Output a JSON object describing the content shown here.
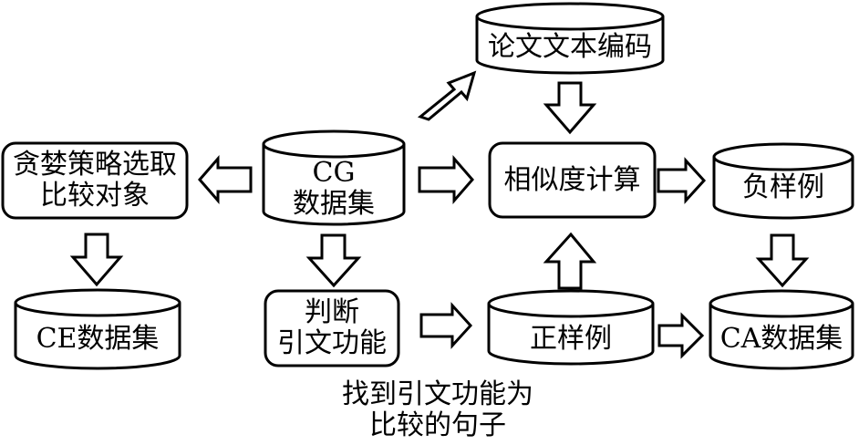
{
  "nodes": {
    "cg_dataset": {
      "lines": [
        "CG",
        "数据集"
      ]
    },
    "paper_encoding": {
      "lines": [
        "论文文本编码"
      ]
    },
    "similarity": {
      "lines": [
        "相似度计算"
      ]
    },
    "negative_samples": {
      "lines": [
        "负样例"
      ]
    },
    "greedy_select": {
      "lines": [
        "贪婪策略选取",
        "比较对象"
      ]
    },
    "ce_dataset": {
      "lines": [
        "CE数据集"
      ]
    },
    "judge_function": {
      "lines": [
        "判断",
        "引文功能"
      ]
    },
    "positive_samples": {
      "lines": [
        "正样例"
      ]
    },
    "ca_dataset": {
      "lines": [
        "CA数据集"
      ]
    }
  },
  "annotation": {
    "lines": [
      "找到引文功能为",
      "比较的句子"
    ]
  },
  "colors": {
    "stroke": "#000000",
    "fill": "#ffffff",
    "text": "#000000"
  }
}
